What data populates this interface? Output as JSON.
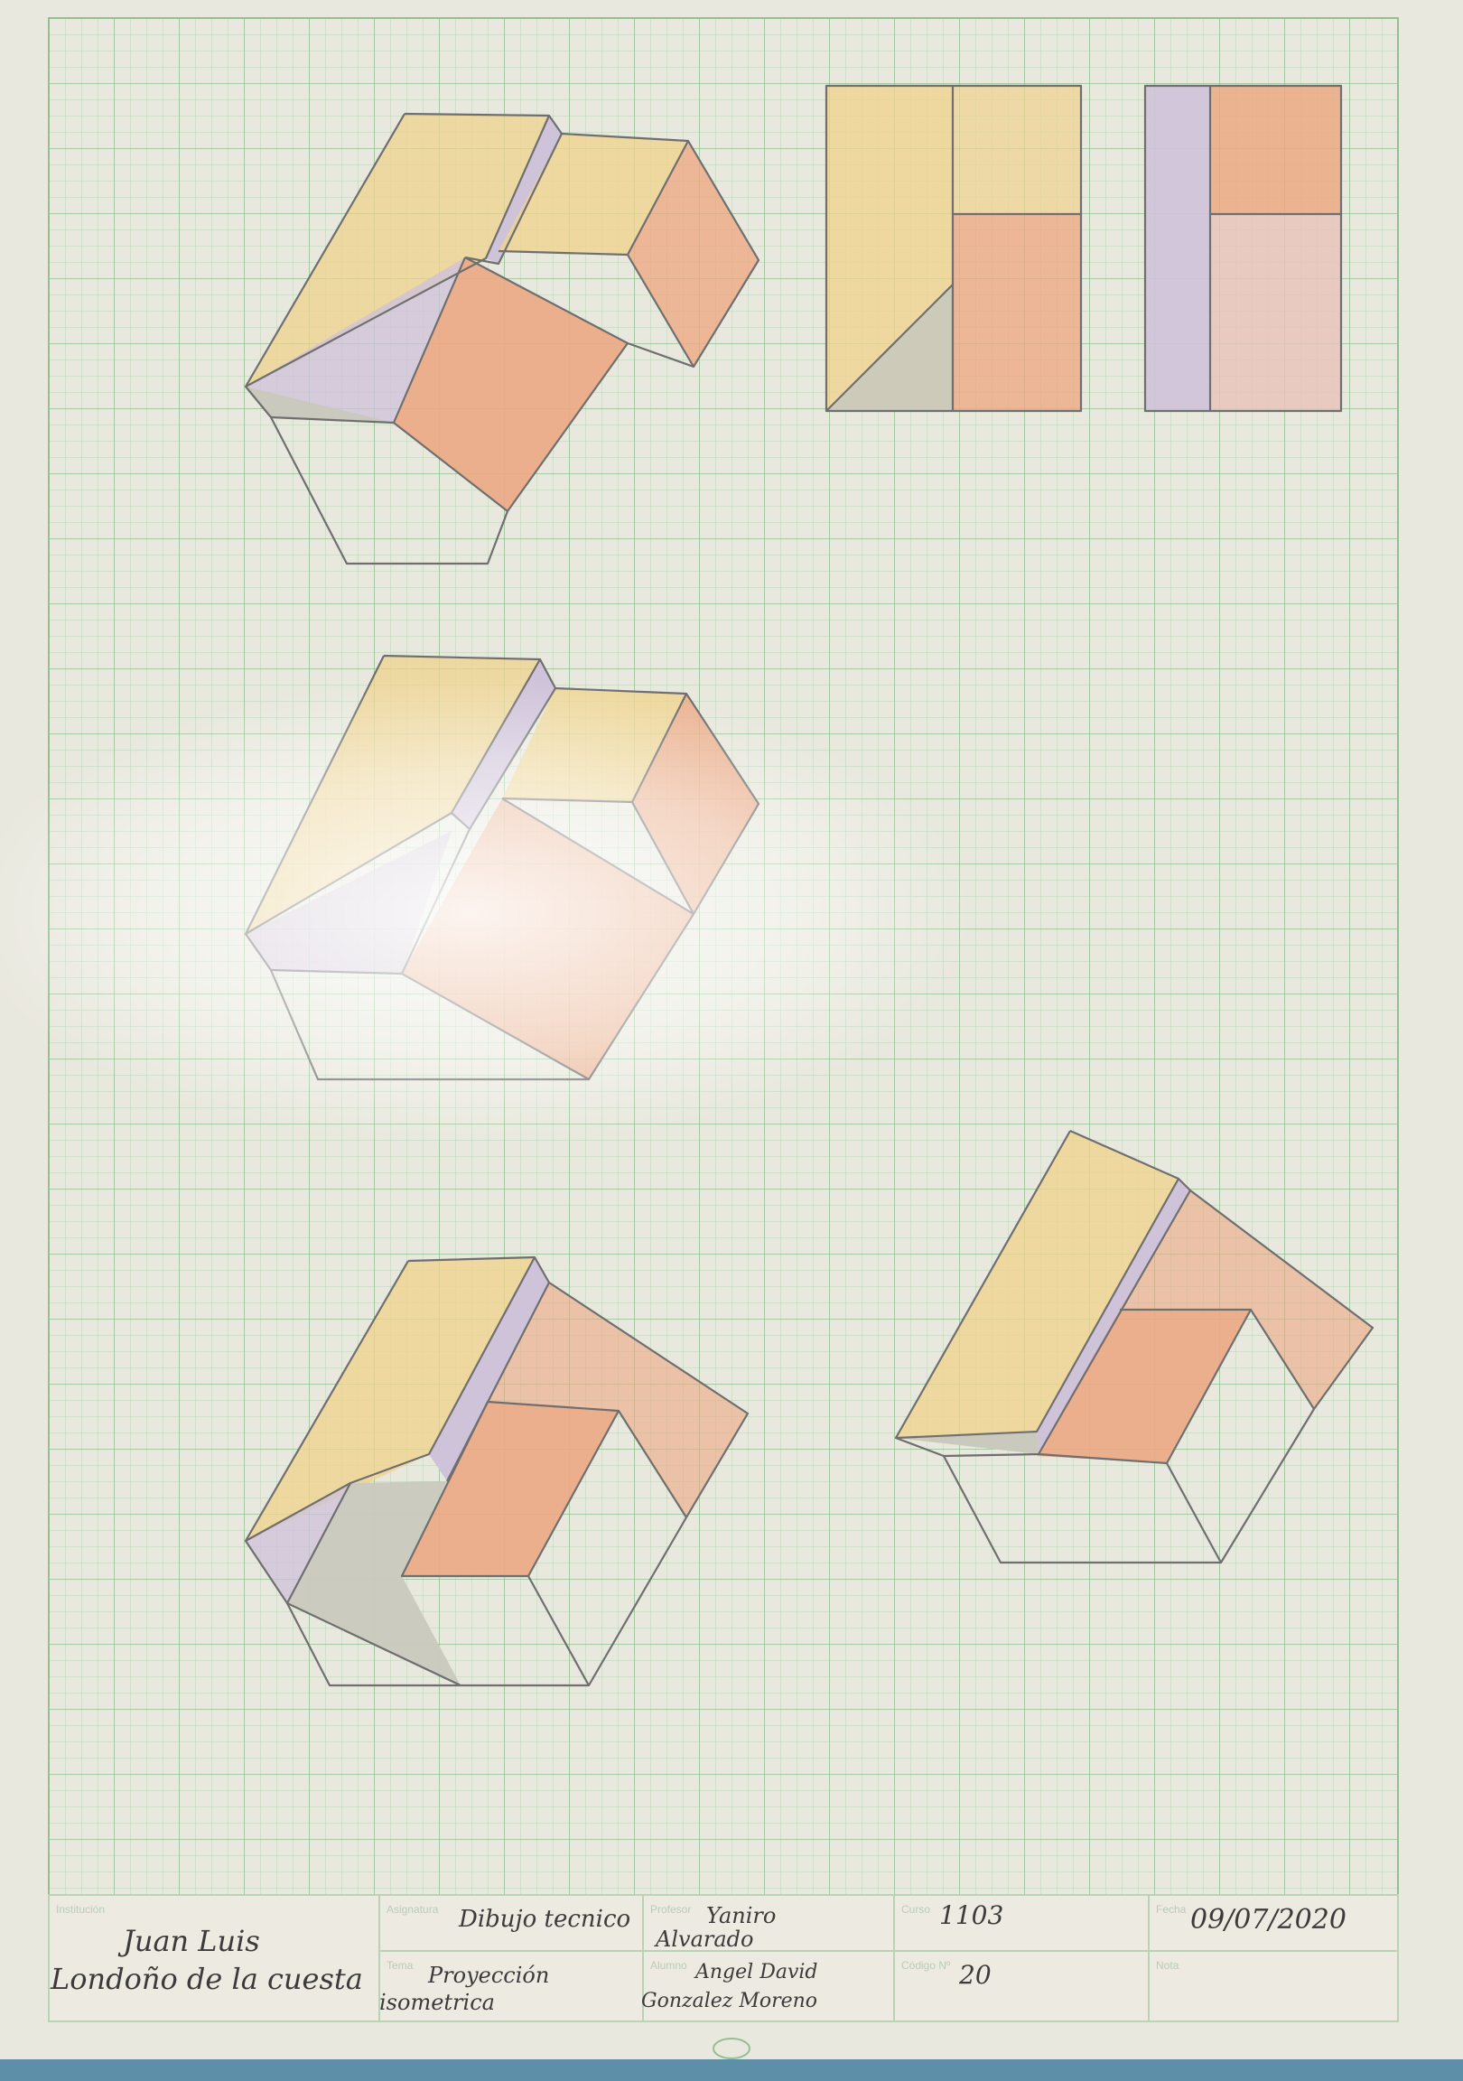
{
  "colors": {
    "paper": "#e9e8de",
    "grid_minor": "#b8d3b6",
    "grid_major": "#93bf91",
    "pencil": "#6f6f6f",
    "yellow": "#efd38e",
    "orange": "#eca984",
    "lilac": "#cfc3d9",
    "gray": "#c9c9bd",
    "rose": "#e8c4bc"
  },
  "title_block": {
    "institution": "Juan Luis Londoño de la cuesta",
    "subject": "Dibujo tecnico",
    "teacher": "Yaniro Alvarado",
    "group": "1103",
    "date": "09/07/2020",
    "topic": "Proyección isometrica",
    "student": "Angel David Gonzalez Moreno",
    "code": "20",
    "grade": ""
  },
  "icons": [
    "page-number-oval-icon"
  ]
}
